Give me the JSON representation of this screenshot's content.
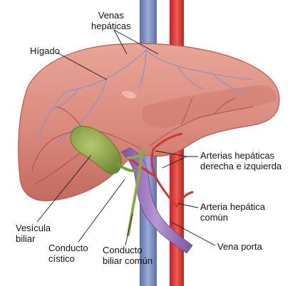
{
  "labels": {
    "venas_hepaticas": [
      "Venas",
      "hepáticas"
    ],
    "higado": "Hígado",
    "arterias_hepaticas": [
      "Arterias hepáticas",
      "derecha e izquierda"
    ],
    "arteria_hepatica_comun": [
      "Arteria hepática",
      "común"
    ],
    "vena_porta": "Vena porta",
    "vesicula_biliar": [
      "Vesícula",
      "biliar"
    ],
    "conducto_cistico": [
      "Conducto",
      "cístico"
    ],
    "conducto_biliar_comun": [
      "Conducto",
      "biliar común"
    ]
  },
  "colors": {
    "liver": "#d98a7c",
    "liver_dark": "#b7584e",
    "vein_blue": "#7d8fc4",
    "artery_red": "#e03b3b",
    "portal_purple": "#9b73b8",
    "gallbladder_green": "#8aa24a",
    "duct_green": "#9bb04f",
    "label_text": "#111111"
  }
}
